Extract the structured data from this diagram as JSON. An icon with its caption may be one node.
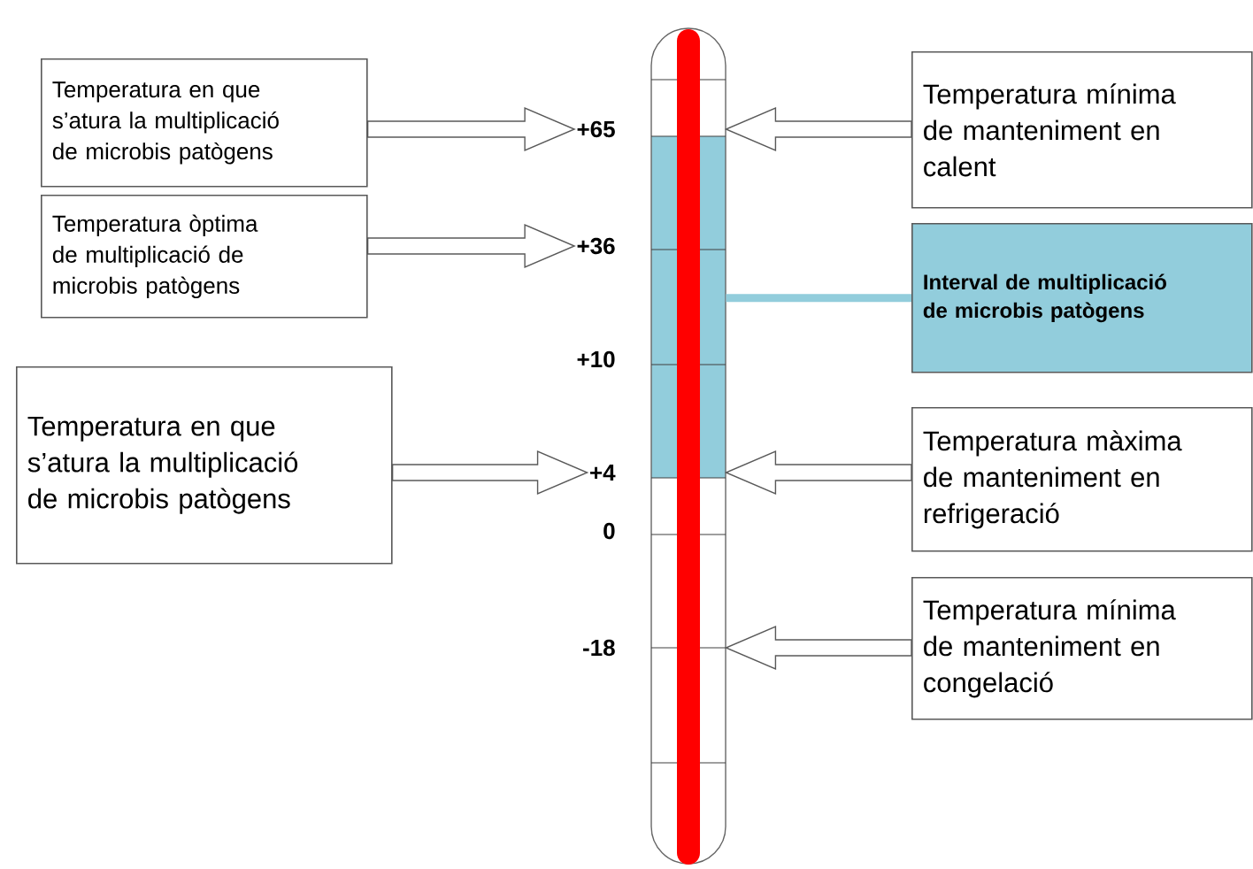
{
  "diagram": {
    "nodes": [
      {
        "text": [
          "Temperatura en que s’atura la multiplicació de microbis patògens"
        ]
      },
      {
        "text": [
          "Temperatura òptima de multiplicació de microbis patògens"
        ]
      },
      {
        "text": [
          "Temperatura en que s’atura la multiplicació de microbis patògens"
        ]
      },
      {
        "text": [
          "Temperatura mínima de manteniment en calent"
        ]
      },
      {
        "text": [
          "Interval de multiplicació de microbis patògens"
        ]
      },
      {
        "text": [
          "Temperatura màxima de manteniment en refrigeració"
        ]
      },
      {
        "text": [
          "Temperatura mínima de manteniment en congelació"
        ]
      },
      {
        "text": [
          "+65"
        ]
      },
      {
        "text": [
          "+36"
        ]
      },
      {
        "text": [
          "+10"
        ]
      },
      {
        "text": [
          "+4"
        ]
      },
      {
        "text": [
          "0"
        ]
      },
      {
        "text": [
          "-18"
        ]
      },
      {
        "text": [],
        "shape": "bar"
      }
    ],
    "edges": [
      {
        "from": 0,
        "to": 7,
        "arrow": "to"
      },
      {
        "from": 1,
        "to": 8,
        "arrow": "to"
      },
      {
        "from": 2,
        "to": 10,
        "arrow": "to"
      },
      {
        "from": 3,
        "to": 13,
        "arrow": "to"
      },
      {
        "from": 4,
        "to": 13,
        "arrow": "none",
        "color": "#92cddc"
      },
      {
        "from": 5,
        "to": 13,
        "arrow": "to"
      },
      {
        "from": 6,
        "to": 13,
        "arrow": "to"
      }
    ]
  }
}
